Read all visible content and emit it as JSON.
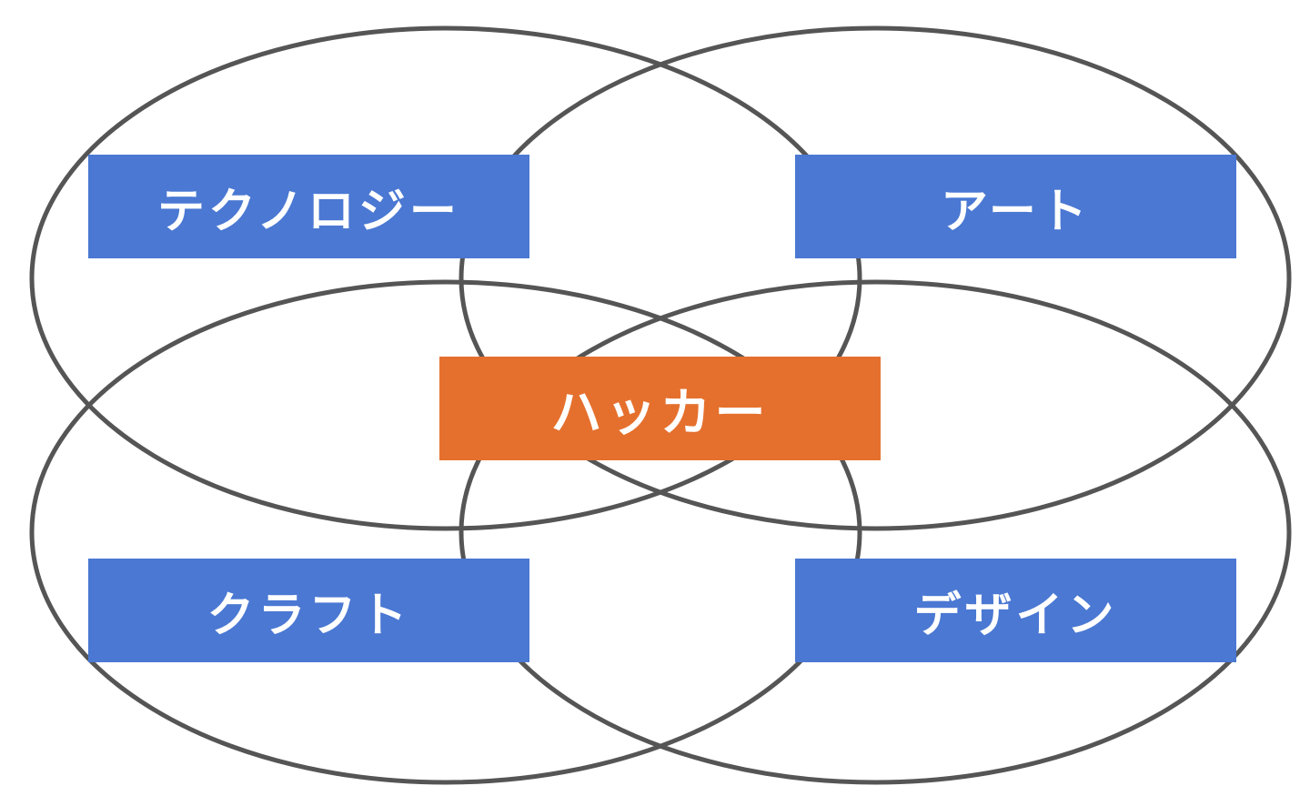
{
  "diagram": {
    "colors": {
      "outline": "#555555",
      "category_fill": "#4a78d3",
      "center_fill": "#e5702d",
      "text": "#ffffff"
    },
    "categories": {
      "technology": "テクノロジー",
      "art": "アート",
      "craft": "クラフト",
      "design": "デザイン"
    },
    "center": "ハッカー"
  }
}
